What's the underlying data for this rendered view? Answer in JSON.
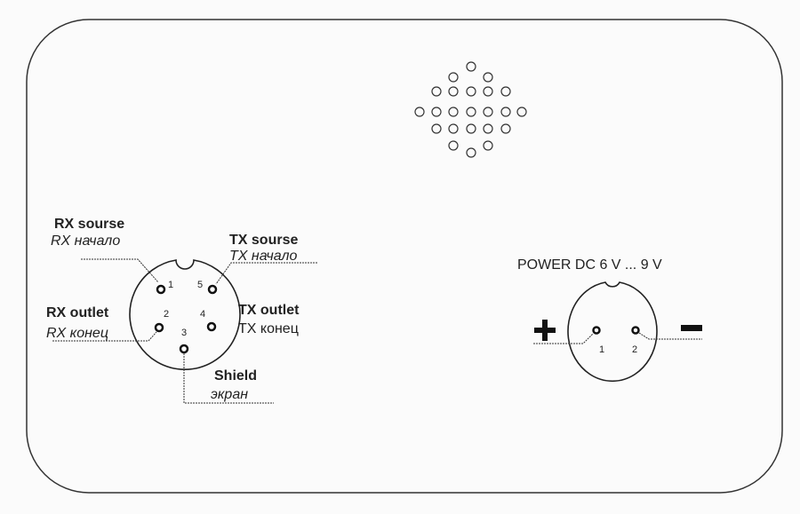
{
  "left_connector": {
    "pins": [
      "1",
      "2",
      "3",
      "4",
      "5"
    ],
    "rx_source": "RX sourse",
    "rx_source_ru": "RX начало",
    "tx_source": "TX sourse",
    "tx_source_ru": "TX начало",
    "rx_outlet": "RX outlet",
    "rx_outlet_ru": "RX конец",
    "tx_outlet": "TX outlet",
    "tx_outlet_ru": "TX конец",
    "shield": "Shield",
    "shield_ru": "экран"
  },
  "power_connector": {
    "title": "POWER DC 6 V ...  9 V",
    "plus": "+",
    "minus": "−",
    "pins": [
      "1",
      "2"
    ]
  }
}
